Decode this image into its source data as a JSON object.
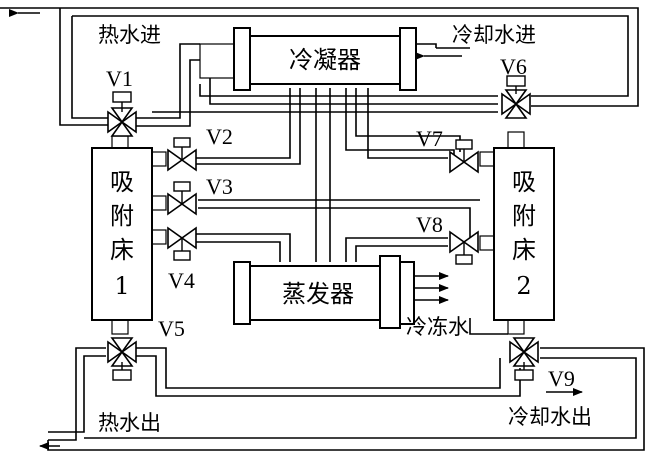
{
  "components": {
    "condenser": "冷凝器",
    "evaporator": "蒸发器",
    "bed1": "吸附床1",
    "bed2": "吸附床2"
  },
  "streams": {
    "hot_in": "热水进",
    "hot_out": "热水出",
    "cool_in": "冷却水进",
    "cool_out": "冷却水出",
    "chilled": "冷冻水"
  },
  "valves": [
    "V1",
    "V2",
    "V3",
    "V4",
    "V5",
    "V6",
    "V7",
    "V8",
    "V9"
  ],
  "bed_chars": {
    "b1": [
      "吸",
      "附",
      "床",
      "1"
    ],
    "b2": [
      "吸",
      "附",
      "床",
      "2"
    ]
  }
}
